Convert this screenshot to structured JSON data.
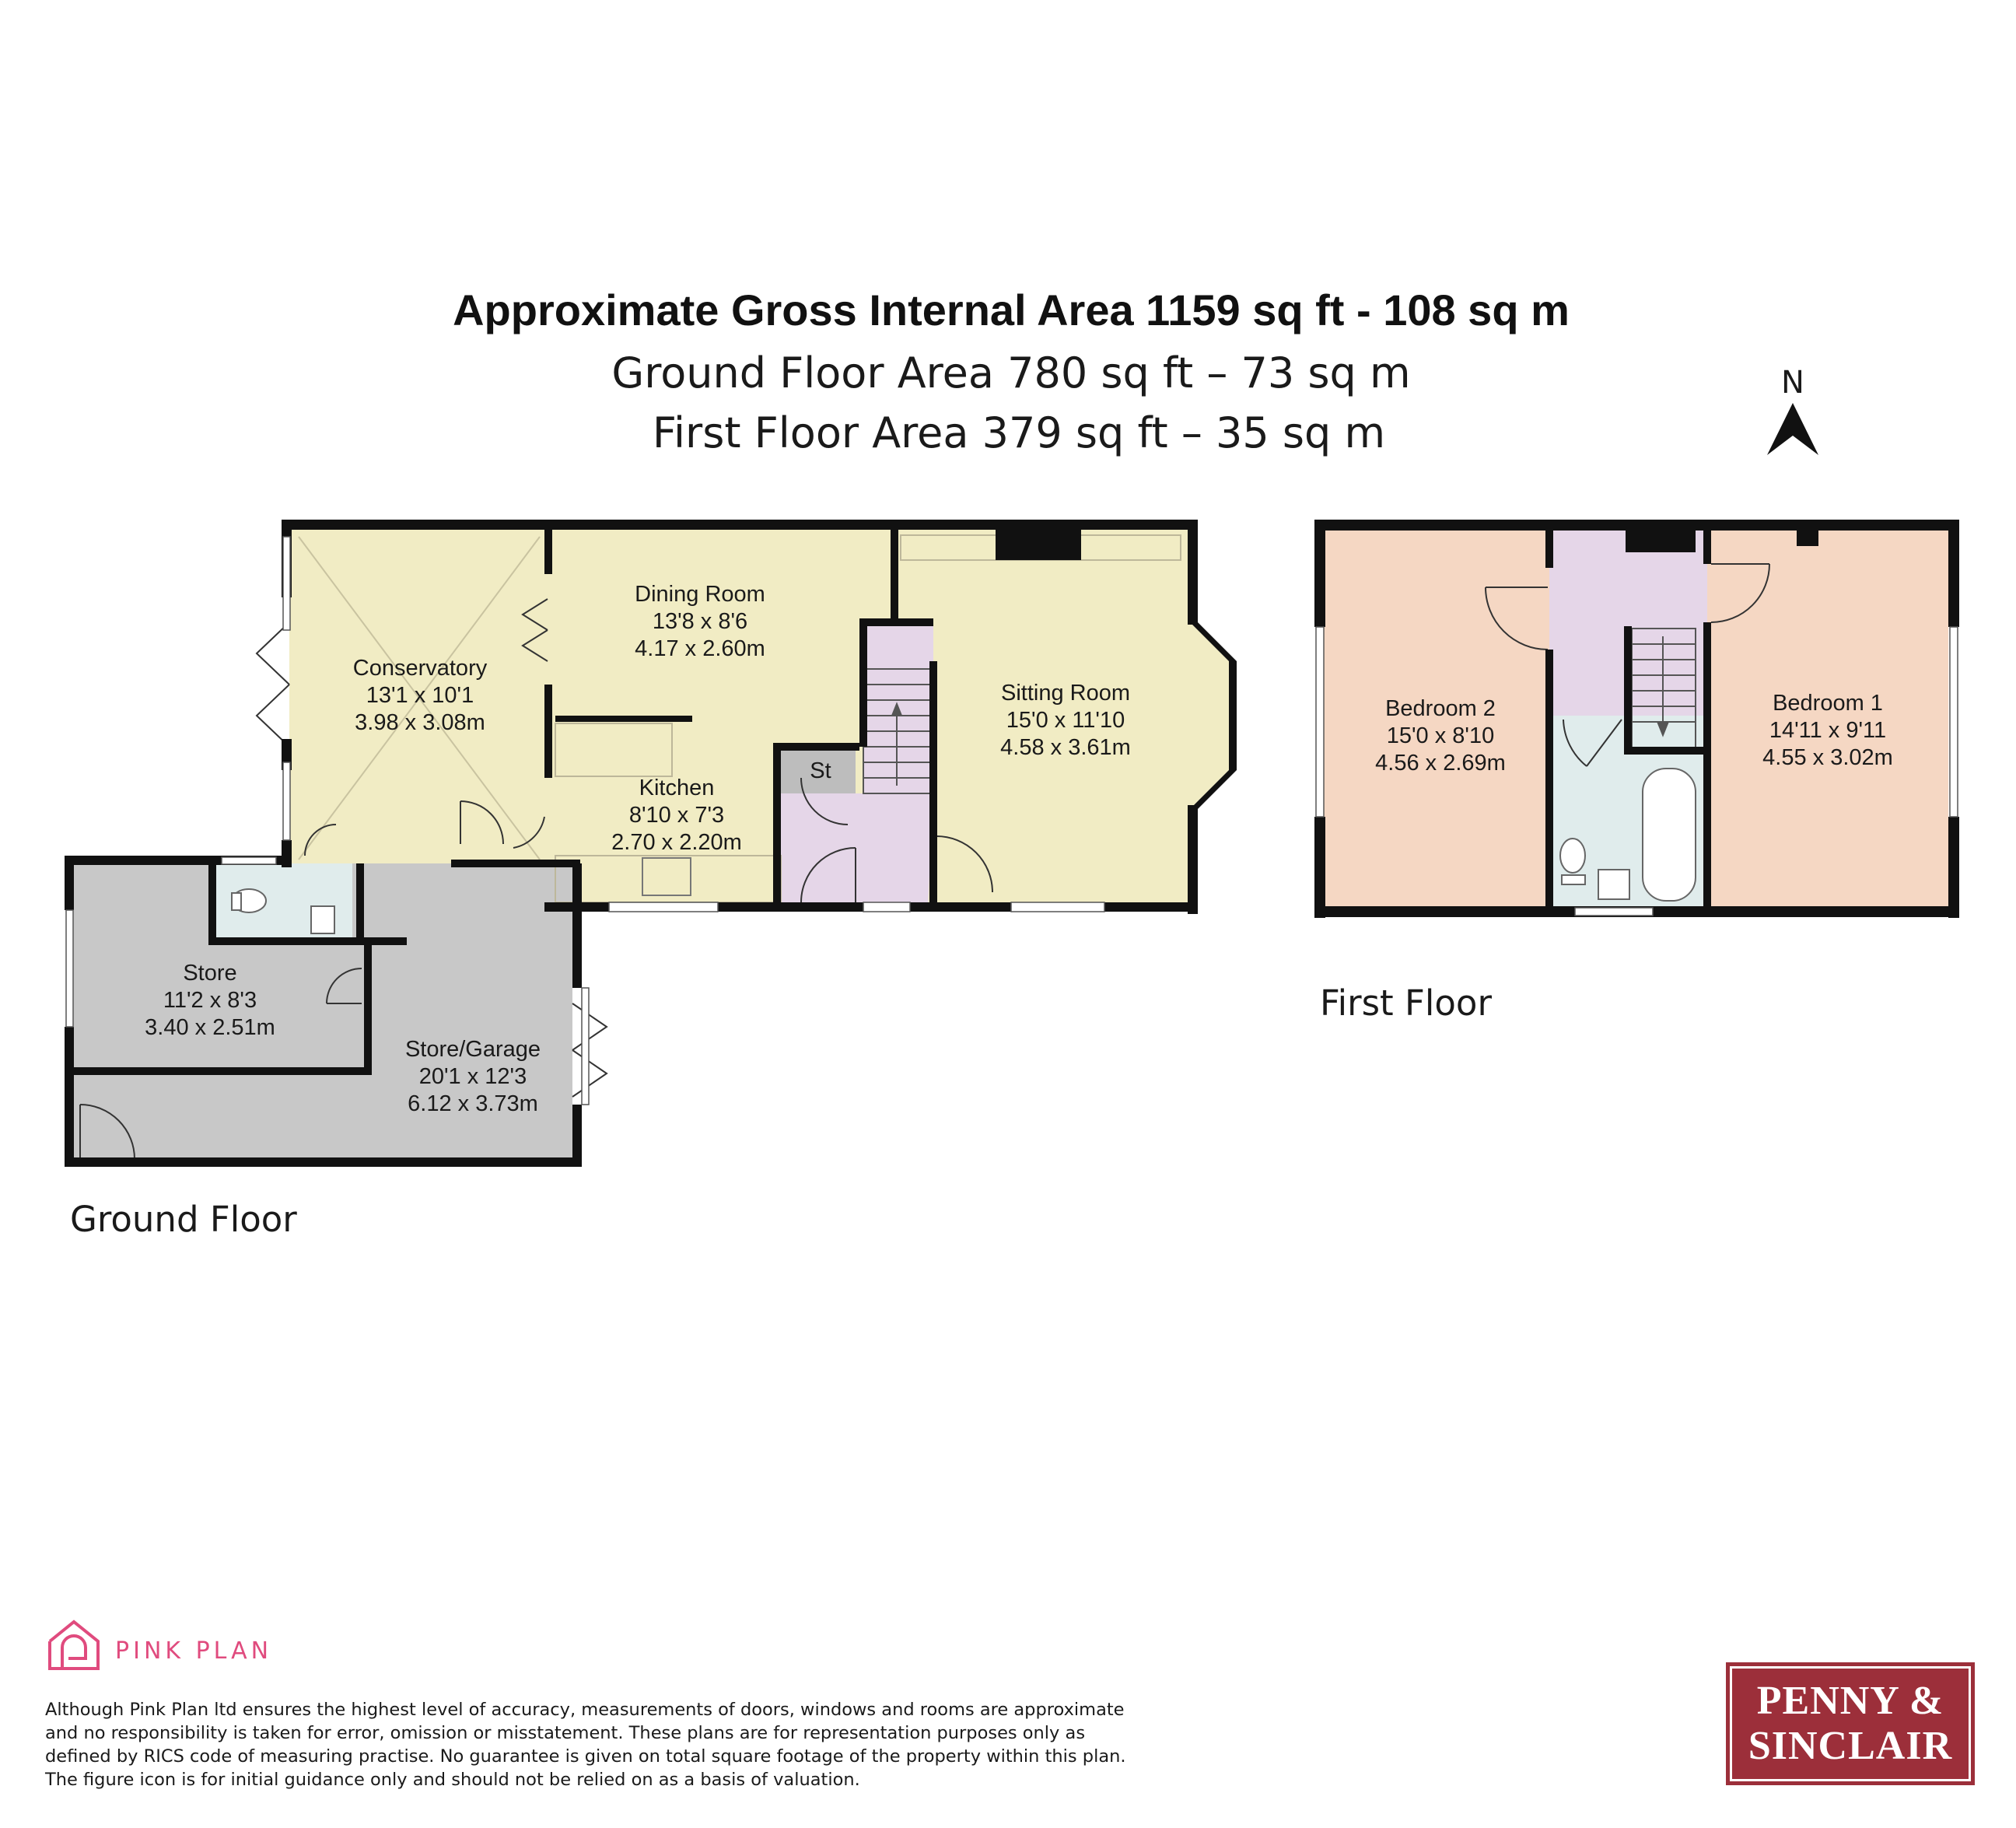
{
  "header": {
    "title": "Approximate Gross Internal Area 1159 sq ft - 108 sq m",
    "ground_area": "Ground Floor Area 780 sq ft – 73 sq m",
    "first_area": "First Floor Area 379 sq ft – 35 sq m"
  },
  "compass": {
    "label": "N"
  },
  "colors": {
    "yellow": "#f1ecc4",
    "pink": "#f5d7c3",
    "lilac": "#e5d6e8",
    "grey": "#c8c8c8",
    "bath": "#e0ecec",
    "wall": "#111111",
    "brand_pink": "#e04b7e",
    "brand_red": "#9c2f3a"
  },
  "ground_floor": {
    "label": "Ground Floor",
    "rooms": {
      "conservatory": {
        "name": "Conservatory",
        "imperial": "13'1 x 10'1",
        "metric": "3.98 x 3.08m"
      },
      "dining": {
        "name": "Dining Room",
        "imperial": "13'8 x 8'6",
        "metric": "4.17 x 2.60m"
      },
      "kitchen": {
        "name": "Kitchen",
        "imperial": "8'10 x 7'3",
        "metric": "2.70 x 2.20m"
      },
      "sitting": {
        "name": "Sitting Room",
        "imperial": "15'0 x 11'10",
        "metric": "4.58 x 3.61m"
      },
      "store": {
        "name": "Store",
        "imperial": "11'2 x 8'3",
        "metric": "3.40 x 2.51m"
      },
      "garage": {
        "name": "Store/Garage",
        "imperial": "20'1 x 12'3",
        "metric": "6.12 x 3.73m"
      },
      "understairs": {
        "name": "St"
      }
    }
  },
  "first_floor": {
    "label": "First Floor",
    "rooms": {
      "bedroom2": {
        "name": "Bedroom 2",
        "imperial": "15'0 x 8'10",
        "metric": "4.56 x 2.69m"
      },
      "bedroom1": {
        "name": "Bedroom 1",
        "imperial": "14'11 x 9'11",
        "metric": "4.55 x 3.02m"
      }
    }
  },
  "footer": {
    "brand": "PINK PLAN",
    "disclaimer": "Although Pink Plan ltd ensures the highest level of accuracy, measurements of doors, windows and rooms are approximate and no responsibility is taken for error, omission or misstatement. These plans are for representation purposes only as defined by RICS code of measuring practise. No guarantee is given on total square footage of the property within this plan. The figure icon is for initial guidance only and should not be relied on as a basis of valuation.",
    "agent_line1": "PENNY &",
    "agent_line2": "SINCLAIR"
  }
}
